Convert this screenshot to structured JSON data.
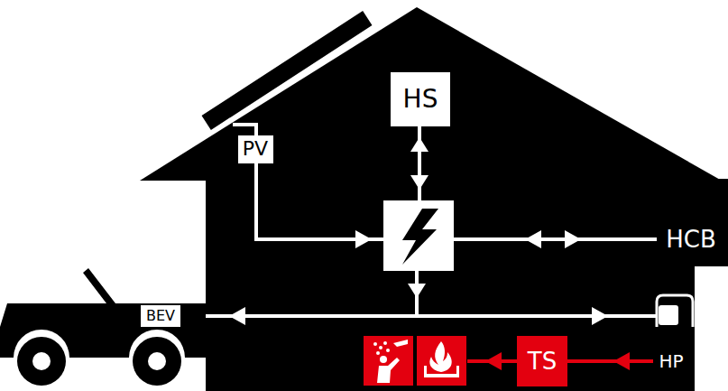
{
  "diagram": {
    "nodes": [
      {
        "text": [
          "HS"
        ]
      },
      {
        "text": [
          "PV"
        ]
      },
      {
        "text": [
          "HCB"
        ]
      },
      {
        "text": [
          "BEV"
        ]
      },
      {
        "text": [
          "TS"
        ]
      }
    ],
    "labels": [
      "HP"
    ]
  }
}
